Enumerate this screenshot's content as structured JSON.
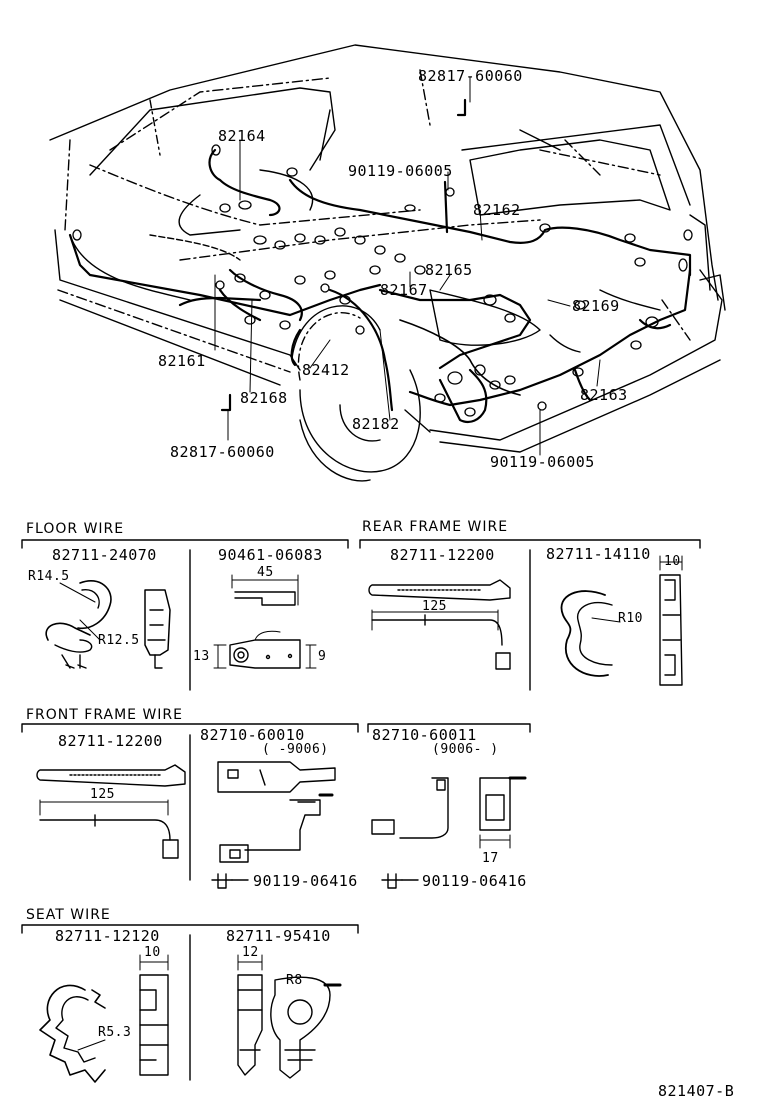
{
  "main_view": {
    "callouts": {
      "clamp_top": "82817-60060",
      "clamp_bottom": "82817-60060",
      "wire_82164": "82164",
      "bolt_top": "90119-06005",
      "bolt_bottom": "90119-06005",
      "wire_82162": "82162",
      "wire_82165": "82165",
      "wire_82167": "82167",
      "wire_82169": "82169",
      "wire_82161": "82161",
      "wire_82412": "82412",
      "wire_82168": "82168",
      "wire_82163": "82163",
      "wire_82182": "82182"
    }
  },
  "floor_wire": {
    "title": "FLOOR WIRE",
    "clamp_a": {
      "part": "82711-24070",
      "r_outer": "R14.5",
      "r_inner": "R12.5"
    },
    "clamp_b": {
      "part": "90461-06083",
      "dim_len": "45",
      "dim_h": "13",
      "dim_w": "9"
    }
  },
  "rear_frame_wire": {
    "title": "REAR FRAME WIRE",
    "clamp_a": {
      "part": "82711-12200",
      "dim_len": "125"
    },
    "clamp_b": {
      "part": "82711-14110",
      "dim_w": "10",
      "radius": "R10"
    }
  },
  "front_frame_wire": {
    "title": "FRONT FRAME WIRE",
    "clamp_a": {
      "part": "82711-12200",
      "dim_len": "125"
    },
    "clamp_b": {
      "part": "82710-60010",
      "range": "(     -9006)",
      "bolt": "90119-06416"
    },
    "clamp_c": {
      "part": "82710-60011",
      "range": "(9006-      )",
      "dim_w": "17",
      "bolt": "90119-06416"
    }
  },
  "seat_wire": {
    "title": "SEAT WIRE",
    "clamp_a": {
      "part": "82711-12120",
      "dim_w": "10",
      "radius": "R5.3"
    },
    "clamp_b": {
      "part": "82711-95410",
      "dim_w": "12",
      "dim_small": "R8"
    }
  },
  "figure_id": "821407-B"
}
